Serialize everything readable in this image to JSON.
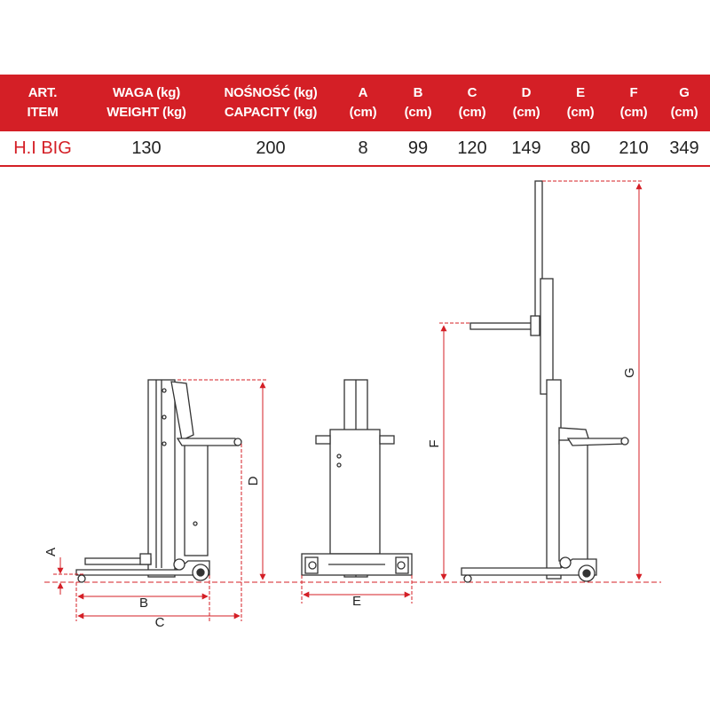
{
  "table": {
    "headers": [
      {
        "line1": "ART.",
        "line2": "ITEM"
      },
      {
        "line1": "WAGA (kg)",
        "line2": "WEIGHT (kg)"
      },
      {
        "line1": "NOŚNOŚĆ (kg)",
        "line2": "CAPACITY (kg)"
      },
      {
        "line1": "A",
        "line2": "(cm)"
      },
      {
        "line1": "B",
        "line2": "(cm)"
      },
      {
        "line1": "C",
        "line2": "(cm)"
      },
      {
        "line1": "D",
        "line2": "(cm)"
      },
      {
        "line1": "E",
        "line2": "(cm)"
      },
      {
        "line1": "F",
        "line2": "(cm)"
      },
      {
        "line1": "G",
        "line2": "(cm)"
      }
    ],
    "rows": [
      [
        "H.I BIG",
        "130",
        "200",
        "8",
        "99",
        "120",
        "149",
        "80",
        "210",
        "349"
      ]
    ]
  },
  "dimensions": {
    "a": "A",
    "b": "B",
    "c": "C",
    "d": "D",
    "e": "E",
    "f": "F",
    "g": "G"
  },
  "colors": {
    "accent": "#d41f26",
    "line": "#333333",
    "dim": "#d41f26"
  }
}
